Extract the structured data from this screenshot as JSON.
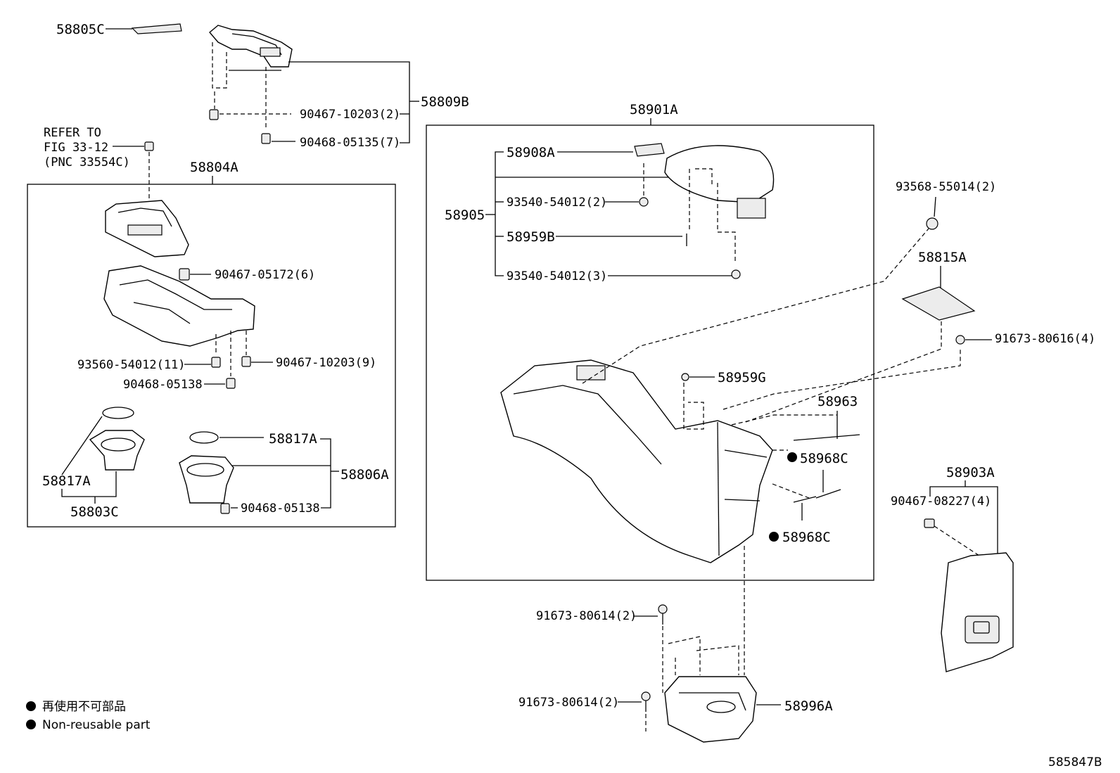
{
  "labels": {
    "p58805C": "58805C",
    "p58809B": "58809B",
    "p90467_10203_2": "90467-10203(2)",
    "p90468_05135_7": "90468-05135(7)",
    "refer1": "REFER TO",
    "refer2": "FIG 33-12",
    "refer3": "(PNC 33554C)",
    "p58804A": "58804A",
    "p90467_05172_6": "90467-05172(6)",
    "p93560_54012_11": "93560-54012(11)",
    "p90467_10203_9": "90467-10203(9)",
    "p90468_05138_a": "90468-05138",
    "p58817A_a": "58817A",
    "p58817A_b": "58817A",
    "p58806A": "58806A",
    "p58803C": "58803C",
    "p90468_05138_b": "90468-05138",
    "p58901A": "58901A",
    "p58908A": "58908A",
    "p58905": "58905",
    "p93540_54012_2": "93540-54012(2)",
    "p58959B": "58959B",
    "p93540_54012_3": "93540-54012(3)",
    "p58959G": "58959G",
    "p58963": "58963",
    "p58968C_a": "58968C",
    "p58968C_b": "58968C",
    "p93568_55014_2": "93568-55014(2)",
    "p58815A": "58815A",
    "p91673_80616_4": "91673-80616(4)",
    "p58903A": "58903A",
    "p90467_08227_4": "90467-08227(4)",
    "p91673_80614_2_a": "91673-80614(2)",
    "p91673_80614_2_b": "91673-80614(2)",
    "p58996A": "58996A"
  },
  "legend": {
    "line1": "再使用不可部品",
    "line2": "Non-reusable part"
  },
  "diagram_id": "585847B"
}
